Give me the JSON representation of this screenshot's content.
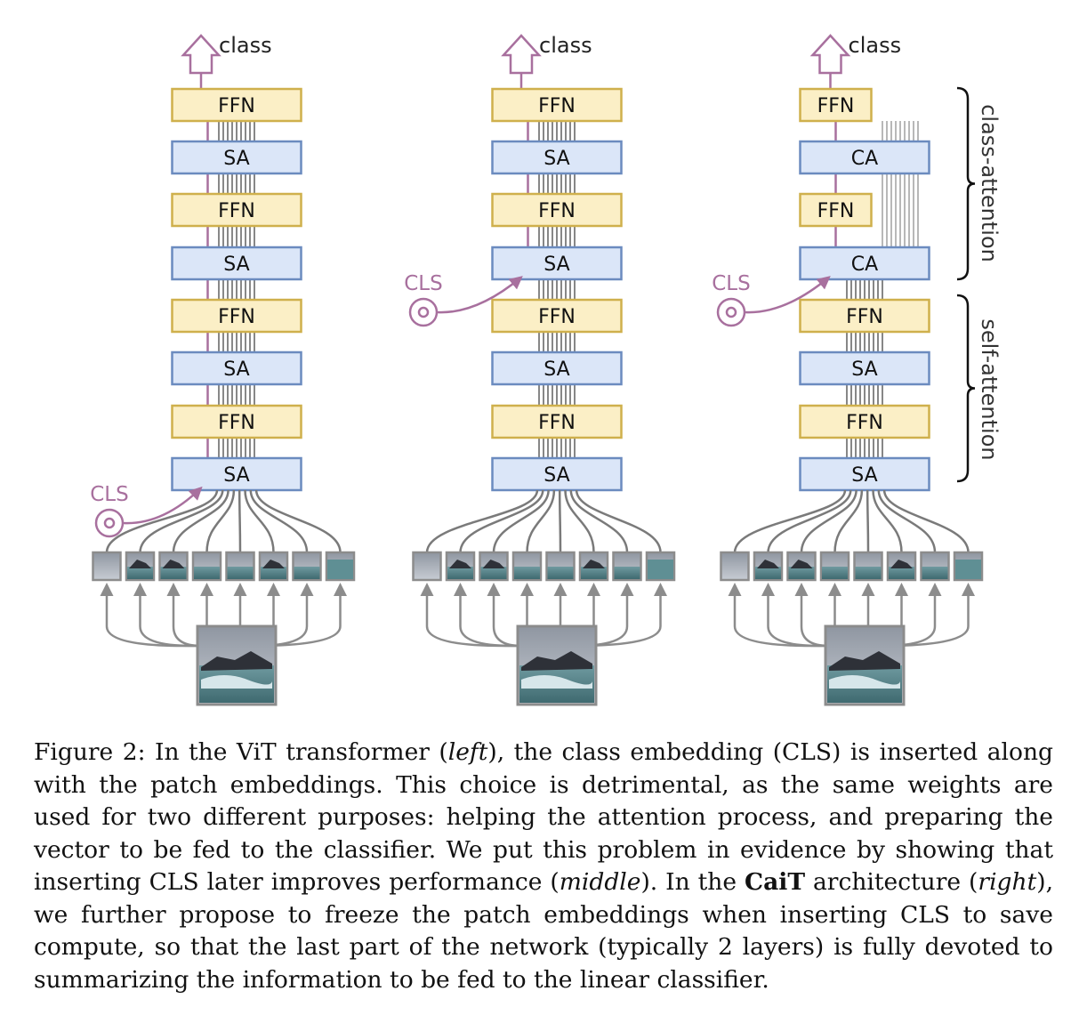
{
  "colors": {
    "ffn_fill": "#fbefc6",
    "ffn_stroke": "#cfb04c",
    "sa_fill": "#dbe6f8",
    "sa_stroke": "#6b8bbf",
    "cls": "#a8709e",
    "token_line": "#7a7a7a",
    "frozen_line": "#b8b8b8",
    "arrow": "#8c8c8c"
  },
  "panels": [
    {
      "name": "vit",
      "output_label": "class",
      "cls_label": "CLS",
      "blocks": [
        "FFN",
        "SA",
        "FFN",
        "SA",
        "FFN",
        "SA",
        "FFN",
        "SA"
      ],
      "cls_inserted_before_block": 8
    },
    {
      "name": "late-cls",
      "output_label": "class",
      "cls_label": "CLS",
      "blocks": [
        "FFN",
        "SA",
        "FFN",
        "SA",
        "FFN",
        "SA",
        "FFN",
        "SA"
      ],
      "cls_inserted_before_block": 4
    },
    {
      "name": "cait",
      "output_label": "class",
      "cls_label": "CLS",
      "blocks": [
        "FFN",
        "CA",
        "FFN",
        "CA",
        "FFN",
        "SA",
        "FFN",
        "SA"
      ],
      "cls_inserted_before_block": 4
    }
  ],
  "brackets": {
    "class_attention": "class-attention",
    "self_attention": "self-attention"
  },
  "caption": {
    "p1": "Figure 2: In the ViT transformer (",
    "p1_italic": "left",
    "p2": "), the class embedding (CLS) is inserted along with the patch embeddings. This choice is detrimental, as the same weights are used for two different purposes: helping the attention process, and preparing the vector to be fed to the classifier. We put this problem in evidence by showing that inserting CLS later improves performance (",
    "p2_italic": "middle",
    "p3": "). In the ",
    "p3_bold": "CaiT",
    "p4": " architecture (",
    "p4_italic": "right",
    "p5": "), we further propose to freeze the patch embeddings when inserting CLS to save compute, so that the last part of the network (typically 2 layers) is fully devoted to summarizing the information to be fed to the linear classifier."
  }
}
